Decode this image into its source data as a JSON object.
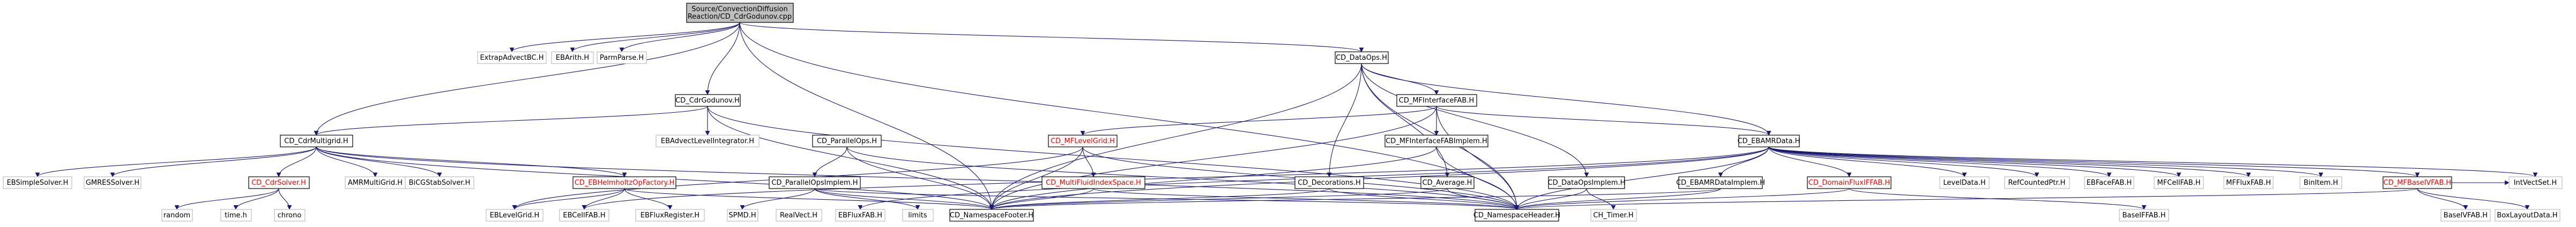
{
  "diagram": {
    "nodes": [
      {
        "id": "root",
        "lines": [
          "Source/ConvectionDiffusion",
          "Reaction/CD_CdrGodunov.cpp"
        ],
        "style": "root"
      },
      {
        "id": "extrap",
        "lines": [
          "ExtrapAdvectBC.H"
        ],
        "style": "plain"
      },
      {
        "id": "ebarith",
        "lines": [
          "EBArith.H"
        ],
        "style": "plain"
      },
      {
        "id": "parmparse",
        "lines": [
          "ParmParse.H"
        ],
        "style": "plain"
      },
      {
        "id": "dataops",
        "lines": [
          "CD_DataOps.H"
        ],
        "style": "linked"
      },
      {
        "id": "cdrgodunov",
        "lines": [
          "CD_CdrGodunov.H"
        ],
        "style": "linked"
      },
      {
        "id": "mfinterface",
        "lines": [
          "CD_MFInterfaceFAB.H"
        ],
        "style": "linked"
      },
      {
        "id": "cdrmultigrid",
        "lines": [
          "CD_CdrMultigrid.H"
        ],
        "style": "linked"
      },
      {
        "id": "ebadvect",
        "lines": [
          "EBAdvectLevelIntegrator.H"
        ],
        "style": "plain"
      },
      {
        "id": "parallelops",
        "lines": [
          "CD_ParallelOps.H"
        ],
        "style": "linked"
      },
      {
        "id": "mflevelgrid",
        "lines": [
          "CD_MFLevelGrid.H"
        ],
        "style": "red"
      },
      {
        "id": "mfinterfaceimpl",
        "lines": [
          "CD_MFInterfaceFABImplem.H"
        ],
        "style": "linked"
      },
      {
        "id": "ebamrdata",
        "lines": [
          "CD_EBAMRData.H"
        ],
        "style": "linked"
      },
      {
        "id": "ebsimple",
        "lines": [
          "EBSimpleSolver.H"
        ],
        "style": "plain"
      },
      {
        "id": "gmres",
        "lines": [
          "GMRESSolver.H"
        ],
        "style": "plain"
      },
      {
        "id": "cdrsolver",
        "lines": [
          "CD_CdrSolver.H"
        ],
        "style": "red"
      },
      {
        "id": "amrmultigrid",
        "lines": [
          "AMRMultiGrid.H"
        ],
        "style": "plain"
      },
      {
        "id": "bicgstab",
        "lines": [
          "BiCGStabSolver.H"
        ],
        "style": "plain"
      },
      {
        "id": "ebhelmholtz",
        "lines": [
          "CD_EBHelmholtzOpFactory.H"
        ],
        "style": "red"
      },
      {
        "id": "parallelimpl",
        "lines": [
          "CD_ParallelOpsImplem.H"
        ],
        "style": "linked"
      },
      {
        "id": "multifluid",
        "lines": [
          "CD_MultiFluidIndexSpace.H"
        ],
        "style": "red"
      },
      {
        "id": "decorations",
        "lines": [
          "CD_Decorations.H"
        ],
        "style": "linked"
      },
      {
        "id": "average",
        "lines": [
          "CD_Average.H"
        ],
        "style": "linked"
      },
      {
        "id": "dataopsimpl",
        "lines": [
          "CD_DataOpsImplem.H"
        ],
        "style": "linked"
      },
      {
        "id": "ebamrdataimpl",
        "lines": [
          "CD_EBAMRDataImplem.H"
        ],
        "style": "linked"
      },
      {
        "id": "domainfluid",
        "lines": [
          "CD_DomainFluxIFFAB.H"
        ],
        "style": "red"
      },
      {
        "id": "leveldata",
        "lines": [
          "LevelData.H"
        ],
        "style": "plain"
      },
      {
        "id": "refcounted",
        "lines": [
          "RefCountedPtr.H"
        ],
        "style": "plain"
      },
      {
        "id": "ebfacefab",
        "lines": [
          "EBFaceFAB.H"
        ],
        "style": "plain"
      },
      {
        "id": "mfcellfab",
        "lines": [
          "MFCellFAB.H"
        ],
        "style": "plain"
      },
      {
        "id": "mffluxfab",
        "lines": [
          "MFFluxFAB.H"
        ],
        "style": "plain"
      },
      {
        "id": "binitem",
        "lines": [
          "BinItem.H"
        ],
        "style": "plain"
      },
      {
        "id": "mfbasevfab",
        "lines": [
          "CD_MFBaseIVFAB.H"
        ],
        "style": "red"
      },
      {
        "id": "ivfab",
        "lines": [
          "IntVectSet.H"
        ],
        "style": "plain"
      },
      {
        "id": "random",
        "lines": [
          "random"
        ],
        "style": "plain"
      },
      {
        "id": "timeh",
        "lines": [
          "time.h"
        ],
        "style": "plain"
      },
      {
        "id": "chrono",
        "lines": [
          "chrono"
        ],
        "style": "plain"
      },
      {
        "id": "eblevelgrid",
        "lines": [
          "EBLevelGrid.H"
        ],
        "style": "plain"
      },
      {
        "id": "ebcellfab",
        "lines": [
          "EBCellFAB.H"
        ],
        "style": "plain"
      },
      {
        "id": "ebfluxreg",
        "lines": [
          "EBFluxRegister.H"
        ],
        "style": "plain"
      },
      {
        "id": "spmd",
        "lines": [
          "SPMD.H"
        ],
        "style": "plain"
      },
      {
        "id": "realvect",
        "lines": [
          "RealVect.H"
        ],
        "style": "plain"
      },
      {
        "id": "ebfluxfab",
        "lines": [
          "EBFluxFAB.H"
        ],
        "style": "plain"
      },
      {
        "id": "limits",
        "lines": [
          "limits"
        ],
        "style": "plain"
      },
      {
        "id": "nsfooter",
        "lines": [
          "CD_NamespaceFooter.H"
        ],
        "style": "linked"
      },
      {
        "id": "nsheader",
        "lines": [
          "CD_NamespaceHeader.H"
        ],
        "style": "linked"
      },
      {
        "id": "chtimer",
        "lines": [
          "CH_Timer.H"
        ],
        "style": "plain"
      },
      {
        "id": "baseifab",
        "lines": [
          "BaseIFFAB.H"
        ],
        "style": "plain"
      },
      {
        "id": "baseivfab",
        "lines": [
          "BaseIVFAB.H"
        ],
        "style": "plain"
      },
      {
        "id": "boxlayout",
        "lines": [
          "BoxLayoutData.H"
        ],
        "style": "plain"
      }
    ]
  },
  "colors": {
    "edge": "#191970",
    "root_fill": "#bfbfbf",
    "border": "#000000",
    "red_text": "#ff0000",
    "background": "#ffffff"
  }
}
